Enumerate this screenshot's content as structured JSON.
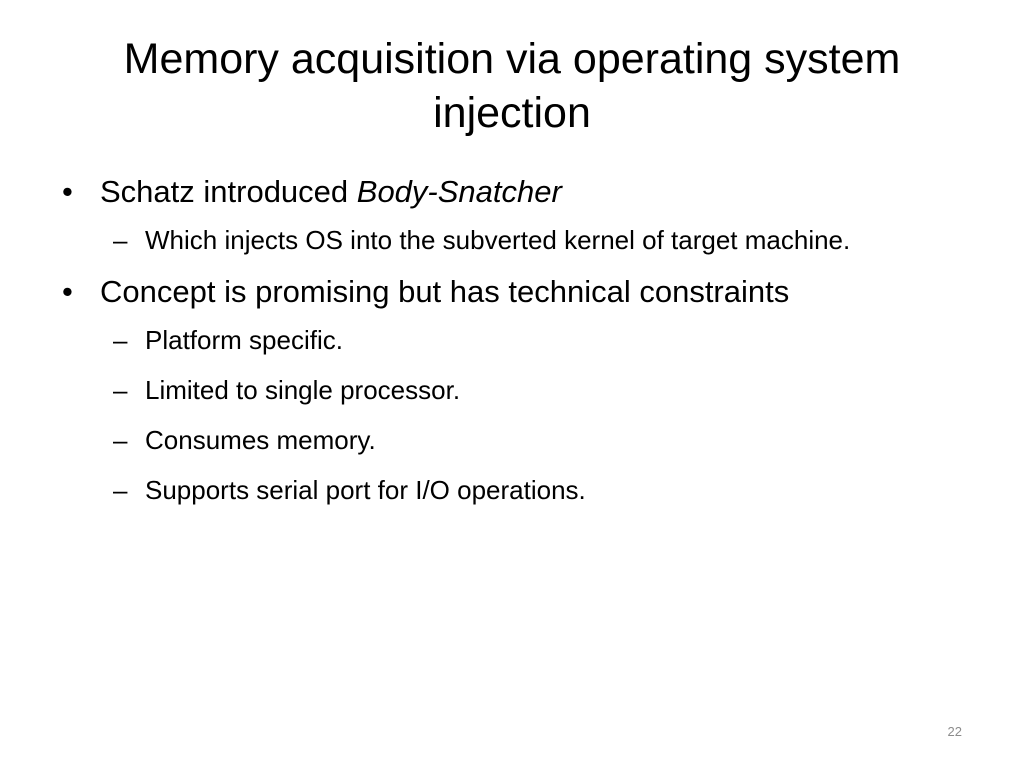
{
  "slide": {
    "title": "Memory acquisition via operating system injection",
    "items": [
      {
        "text": "Schatz introduced ",
        "emphasis": "Body-Snatcher",
        "subitems": [
          "Which injects OS into the subverted kernel of target machine."
        ]
      },
      {
        "text": "Concept is promising but has technical constraints",
        "subitems": [
          "Platform specific.",
          "Limited to single processor.",
          "Consumes memory.",
          "Supports serial port for I/O operations."
        ]
      }
    ],
    "bullet_char": "•",
    "dash_char": "–",
    "page_number": "22"
  }
}
